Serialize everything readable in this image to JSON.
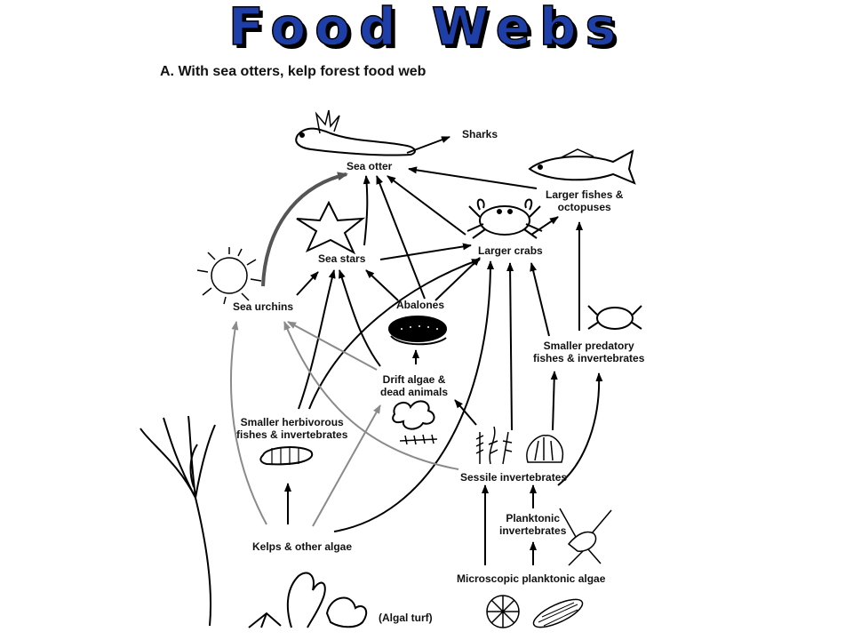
{
  "title": "Food Webs",
  "subtitle": "A.  With sea otters, kelp forest food web",
  "nodes": {
    "sharks": "Sharks",
    "sea_otter": "Sea otter",
    "larger_fishes_line1": "Larger fishes &",
    "larger_fishes_line2": "octopuses",
    "sea_stars": "Sea stars",
    "larger_crabs": "Larger crabs",
    "sea_urchins": "Sea urchins",
    "abalones": "Abalones",
    "smaller_predatory_line1": "Smaller predatory",
    "smaller_predatory_line2": "fishes & invertebrates",
    "drift_algae_line1": "Drift algae &",
    "drift_algae_line2": "dead animals",
    "smaller_herbivorous_line1": "Smaller herbivorous",
    "smaller_herbivorous_line2": "fishes & invertebrates",
    "sessile": "Sessile invertebrates",
    "planktonic_line1": "Planktonic",
    "planktonic_line2": "invertebrates",
    "kelps": "Kelps & other algae",
    "microscopic": "Microscopic planktonic algae",
    "algal_turf": "(Algal turf)"
  },
  "colors": {
    "title": "#1f3fa8",
    "arrow": "#000000",
    "arrow_gray": "#8a8a8a"
  }
}
